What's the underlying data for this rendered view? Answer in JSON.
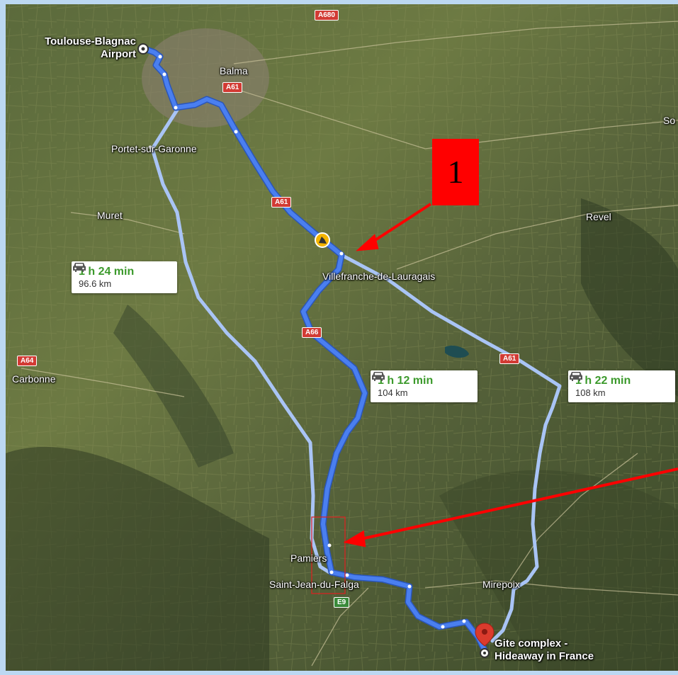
{
  "places": {
    "balma": "Balma",
    "portet": "Portet-sur-Garonne",
    "muret": "Muret",
    "revel": "Revel",
    "villefranche": "Villefranche-de-Lauragais",
    "carbonne": "Carbonne",
    "pamiers": "Pamiers",
    "saint_jean": "Saint-Jean-du-Falga",
    "mirepoix": "Mirepoix",
    "so": "So"
  },
  "origin": {
    "line1": "Toulouse-Blagnac",
    "line2": "Airport"
  },
  "destination": {
    "line1": "Gite complex -",
    "line2": "Hideaway in France"
  },
  "roads": {
    "a680": "A680",
    "a61_top": "A61",
    "a61_mid": "A61",
    "a61_east": "A61",
    "a66": "A66",
    "a64": "A64",
    "e9": "E9"
  },
  "routes": {
    "west": {
      "time": "1 h 24 min",
      "distance": "96.6 km"
    },
    "center": {
      "time": "1 h 12 min",
      "distance": "104 km"
    },
    "east": {
      "time": "1 h 22 min",
      "distance": "108 km"
    }
  },
  "annotation": {
    "number": "1",
    "color": "#ff0000"
  },
  "colors": {
    "selected_route": "#4a7ff0",
    "alt_route": "#a9c4f5",
    "time_text": "#3c9a2c"
  }
}
